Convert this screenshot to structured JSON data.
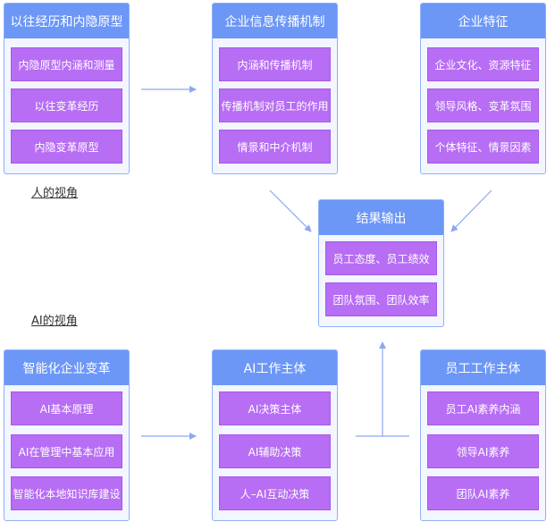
{
  "groups": {
    "past": {
      "title": "以往经历和内隐原型",
      "items": [
        "内隐原型内涵和测量",
        "以往变革经历",
        "内隐变革原型"
      ]
    },
    "info": {
      "title": "企业信息传播机制",
      "items": [
        "内涵和传播机制",
        "传播机制对员工的作用",
        "情景和中介机制"
      ]
    },
    "traits": {
      "title": "企业特征",
      "items": [
        "企业文化、资源特征",
        "领导风格、变革氛围",
        "个体特征、情景因素"
      ]
    },
    "output": {
      "title": "结果输出",
      "items": [
        "员工态度、员工绩效",
        "团队氛围、团队效率"
      ]
    },
    "transform": {
      "title": "智能化企业变革",
      "items": [
        "AI基本原理",
        "AI在管理中基本应用",
        "智能化本地知识库建设"
      ]
    },
    "ai": {
      "title": "AI工作主体",
      "items": [
        "AI决策主体",
        "AI辅助决策",
        "人–AI互动决策"
      ]
    },
    "staff": {
      "title": "员工工作主体",
      "items": [
        "员工AI素养内涵",
        "领导AI素养",
        "团队AI素养"
      ]
    }
  },
  "labels": {
    "human_view": "人的视角",
    "ai_view": "AI的视角"
  },
  "colors": {
    "header": "#6c97f7",
    "item": "#b76df4",
    "panel": "#f3f6ff",
    "arrow": "#8aa9f0"
  }
}
